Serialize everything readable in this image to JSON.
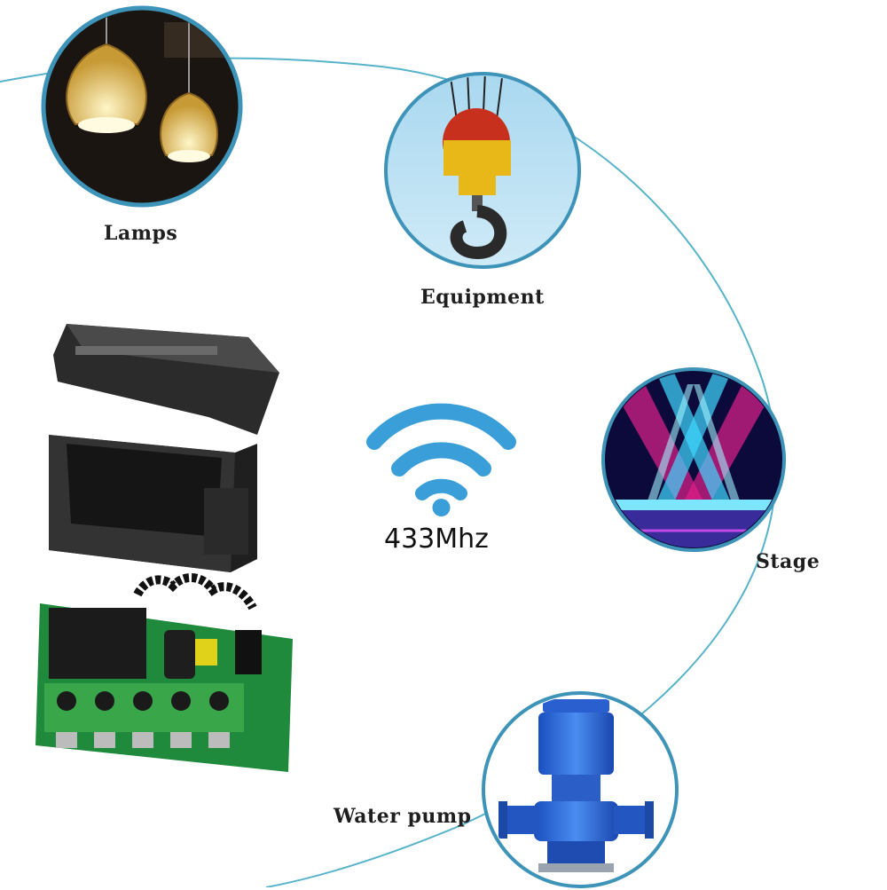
{
  "labels": {
    "lamps": "Lamps",
    "equipment": "Equipment",
    "stage": "Stage",
    "water_pump": "Water pump"
  },
  "frequency": "433Mhz",
  "colors": {
    "arc_line": "#56b3c9",
    "wifi_blue": "#3a9fd9",
    "circle_border": "#3d93b8"
  },
  "icons": [
    "lamp-photo",
    "crane-hook-photo",
    "stage-lights-photo",
    "water-pump-photo",
    "wifi-icon",
    "receiver-module-photo"
  ]
}
